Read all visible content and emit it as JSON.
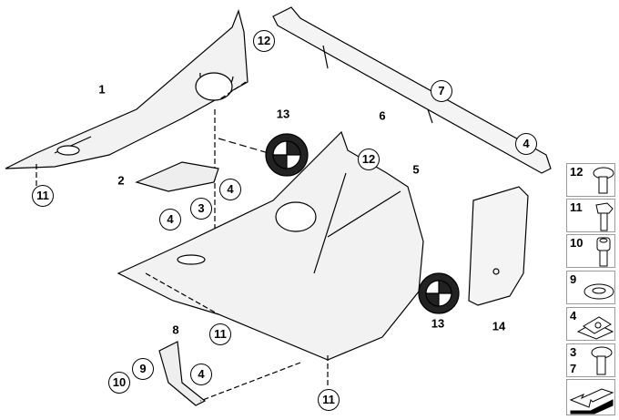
{
  "diagram": {
    "callouts": {
      "c1": "1",
      "c2": "2",
      "c3": "3",
      "c4a": "4",
      "c4b": "4",
      "c4c": "4",
      "c4d": "4",
      "c5": "5",
      "c6": "6",
      "c7": "7",
      "c8": "8",
      "c9": "9",
      "c10": "10",
      "c11a": "11",
      "c11b": "11",
      "c11c": "11",
      "c12a": "12",
      "c12b": "12",
      "c13a": "13",
      "c13b": "13",
      "c14": "14"
    },
    "legend": [
      {
        "label": "12",
        "icon": "screw-pan-head-icon"
      },
      {
        "label": "11",
        "icon": "screw-hex-head-icon"
      },
      {
        "label": "10",
        "icon": "screw-socket-head-icon"
      },
      {
        "label": "9",
        "icon": "washer-icon"
      },
      {
        "label": "4",
        "icon": "clip-nut-icon"
      },
      {
        "label": "3",
        "label2": "7",
        "icon": "screw-pan-head-icon"
      },
      {
        "label": "",
        "icon": "arrow-icon"
      }
    ]
  }
}
